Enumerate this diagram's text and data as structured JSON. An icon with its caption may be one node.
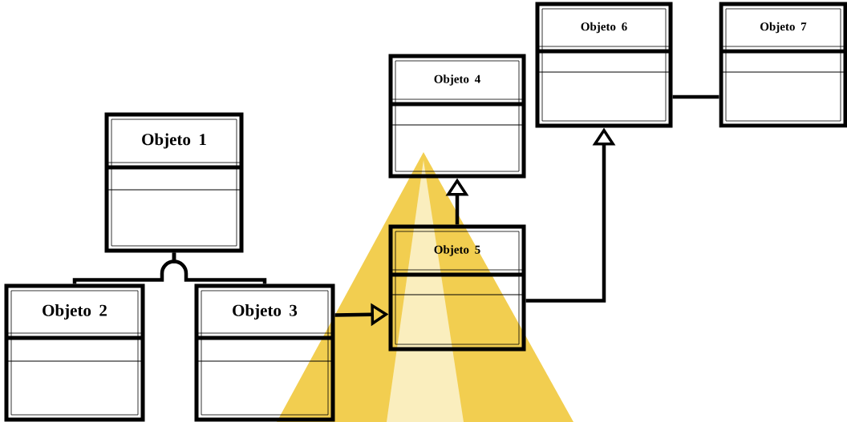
{
  "diagram": {
    "nodes": [
      {
        "text": [
          "Objeto 1"
        ]
      },
      {
        "text": [
          "Objeto 2"
        ]
      },
      {
        "text": [
          "Objeto 3"
        ]
      },
      {
        "text": [
          "Objeto 4"
        ]
      },
      {
        "text": [
          "Objeto 5"
        ]
      },
      {
        "text": [
          "Objeto 6"
        ]
      },
      {
        "text": [
          "Objeto 7"
        ]
      }
    ],
    "edges": [
      {
        "from": 0,
        "to": 1,
        "arrow": "none"
      },
      {
        "from": 0,
        "to": 2,
        "arrow": "none"
      },
      {
        "from": 2,
        "to": 4,
        "arrow": "to"
      },
      {
        "from": 4,
        "to": 3,
        "arrow": "to"
      },
      {
        "from": 4,
        "to": 5,
        "arrow": "to"
      },
      {
        "from": 5,
        "to": 6,
        "arrow": "none"
      }
    ]
  }
}
